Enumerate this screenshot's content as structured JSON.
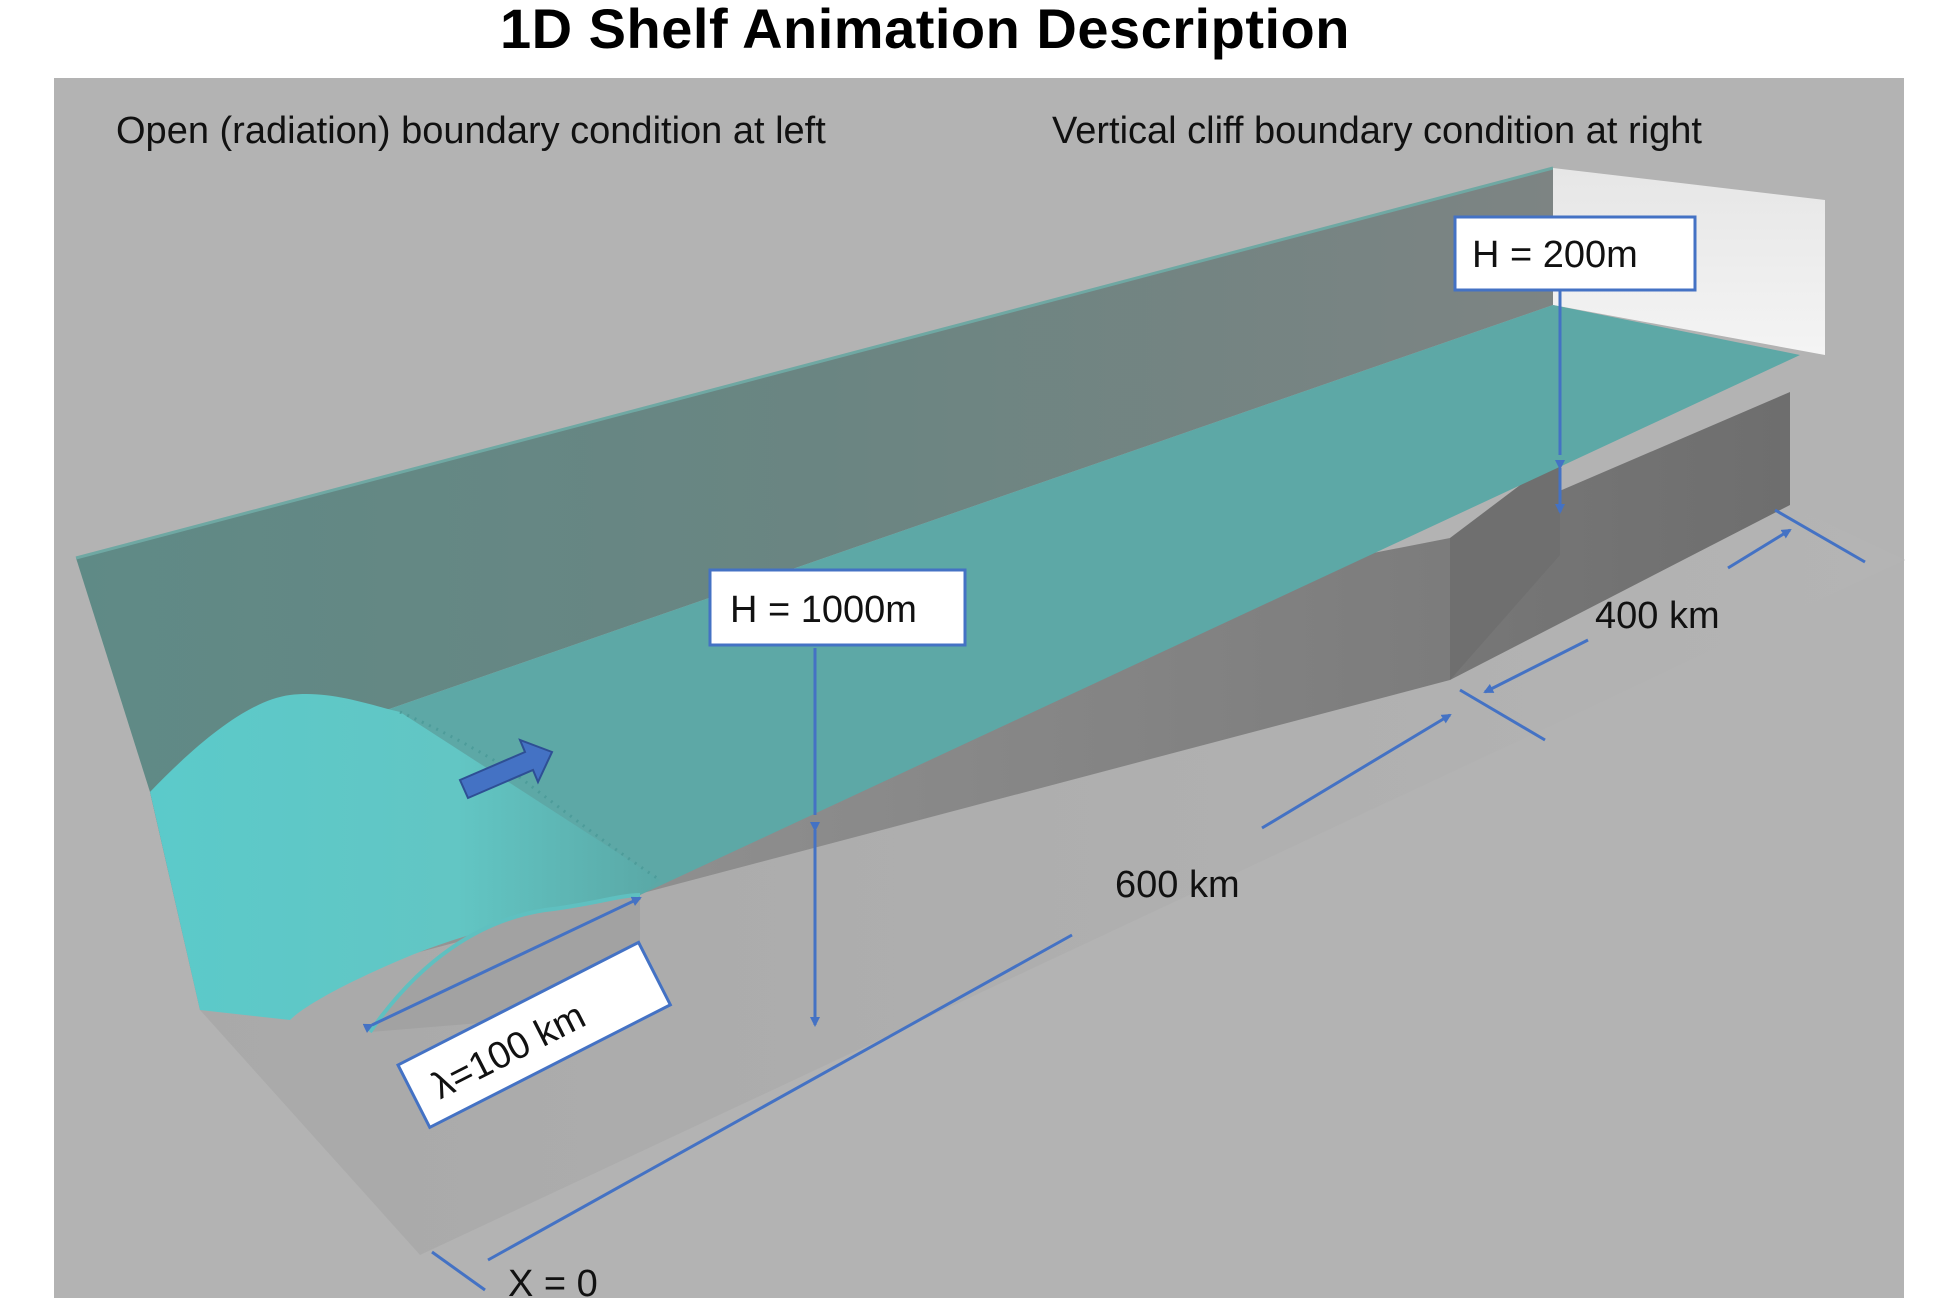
{
  "title": "1D Shelf Animation Description",
  "labels": {
    "left_boundary": "Open (radiation) boundary condition at left",
    "right_boundary": "Vertical cliff boundary condition at right",
    "deep_depth": "H = 1000m",
    "shelf_depth": "H = 200m",
    "wavelength": "λ=100 km",
    "deep_length": "600 km",
    "shelf_length": "400 km",
    "origin": "X = 0"
  },
  "colors": {
    "background_panel": "#b3b3b3",
    "water": "#5da8a6",
    "wave": "#5cc9c9",
    "back_wall": "#5f8f8b",
    "annotation": "#4472c4"
  }
}
